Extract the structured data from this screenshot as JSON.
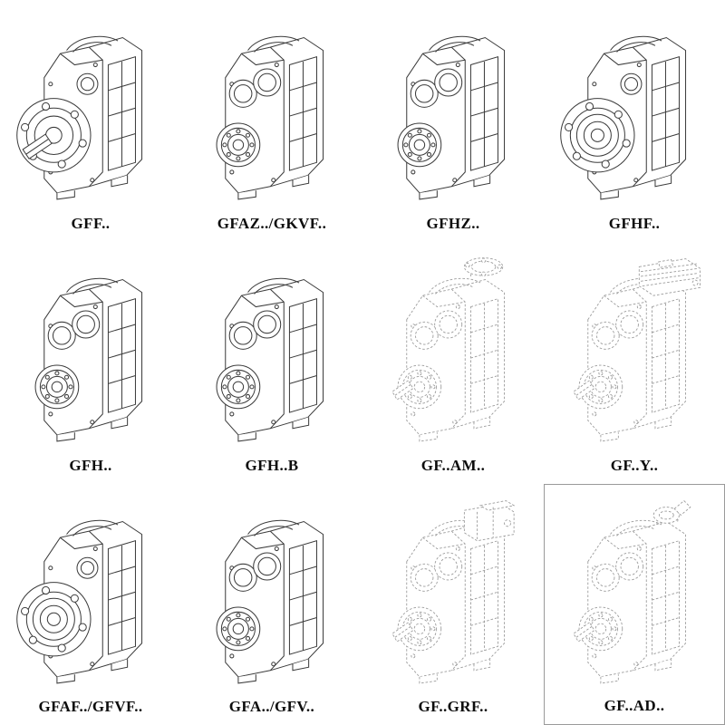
{
  "page": {
    "title": "Gearbox series catalog sheet"
  },
  "colors": {
    "line_solid": "#3b3b3b",
    "line_dashed": "#9b9b9b",
    "label_text": "#0d0d0d",
    "background": "#ffffff"
  },
  "grid": {
    "cells": [
      {
        "label": "GFF..",
        "drawing": "flange-output-gearbox-with-shaft",
        "line_style": "solid"
      },
      {
        "label": "GFAZ../GKVF..",
        "drawing": "shaft-mounted-gearbox",
        "line_style": "solid"
      },
      {
        "label": "GFHZ..",
        "drawing": "shaft-mounted-gearbox",
        "line_style": "solid"
      },
      {
        "label": "GFHF..",
        "drawing": "flange-mounted-hollow-gearbox",
        "line_style": "solid"
      },
      {
        "label": "GFH..",
        "drawing": "hollow-shaft-gearbox",
        "line_style": "solid"
      },
      {
        "label": "GFH..B",
        "drawing": "hollow-shaft-gearbox-foot",
        "line_style": "solid"
      },
      {
        "label": "GF..AM..",
        "drawing": "gearbox-with-input-flange",
        "line_style": "dashed"
      },
      {
        "label": "GF..Y..",
        "drawing": "gearbox-with-motor",
        "line_style": "dashed"
      },
      {
        "label": "GFAF../GFVF..",
        "drawing": "flange-mounted-hollow-gearbox",
        "line_style": "solid"
      },
      {
        "label": "GFA../GFV..",
        "drawing": "shaft-mounted-gearbox",
        "line_style": "solid"
      },
      {
        "label": "GF..GRF..",
        "drawing": "gearbox-with-adapter-block",
        "line_style": "dashed"
      },
      {
        "label": "GF..AD..",
        "drawing": "gearbox-with-input-adapter",
        "line_style": "dashed"
      }
    ]
  }
}
